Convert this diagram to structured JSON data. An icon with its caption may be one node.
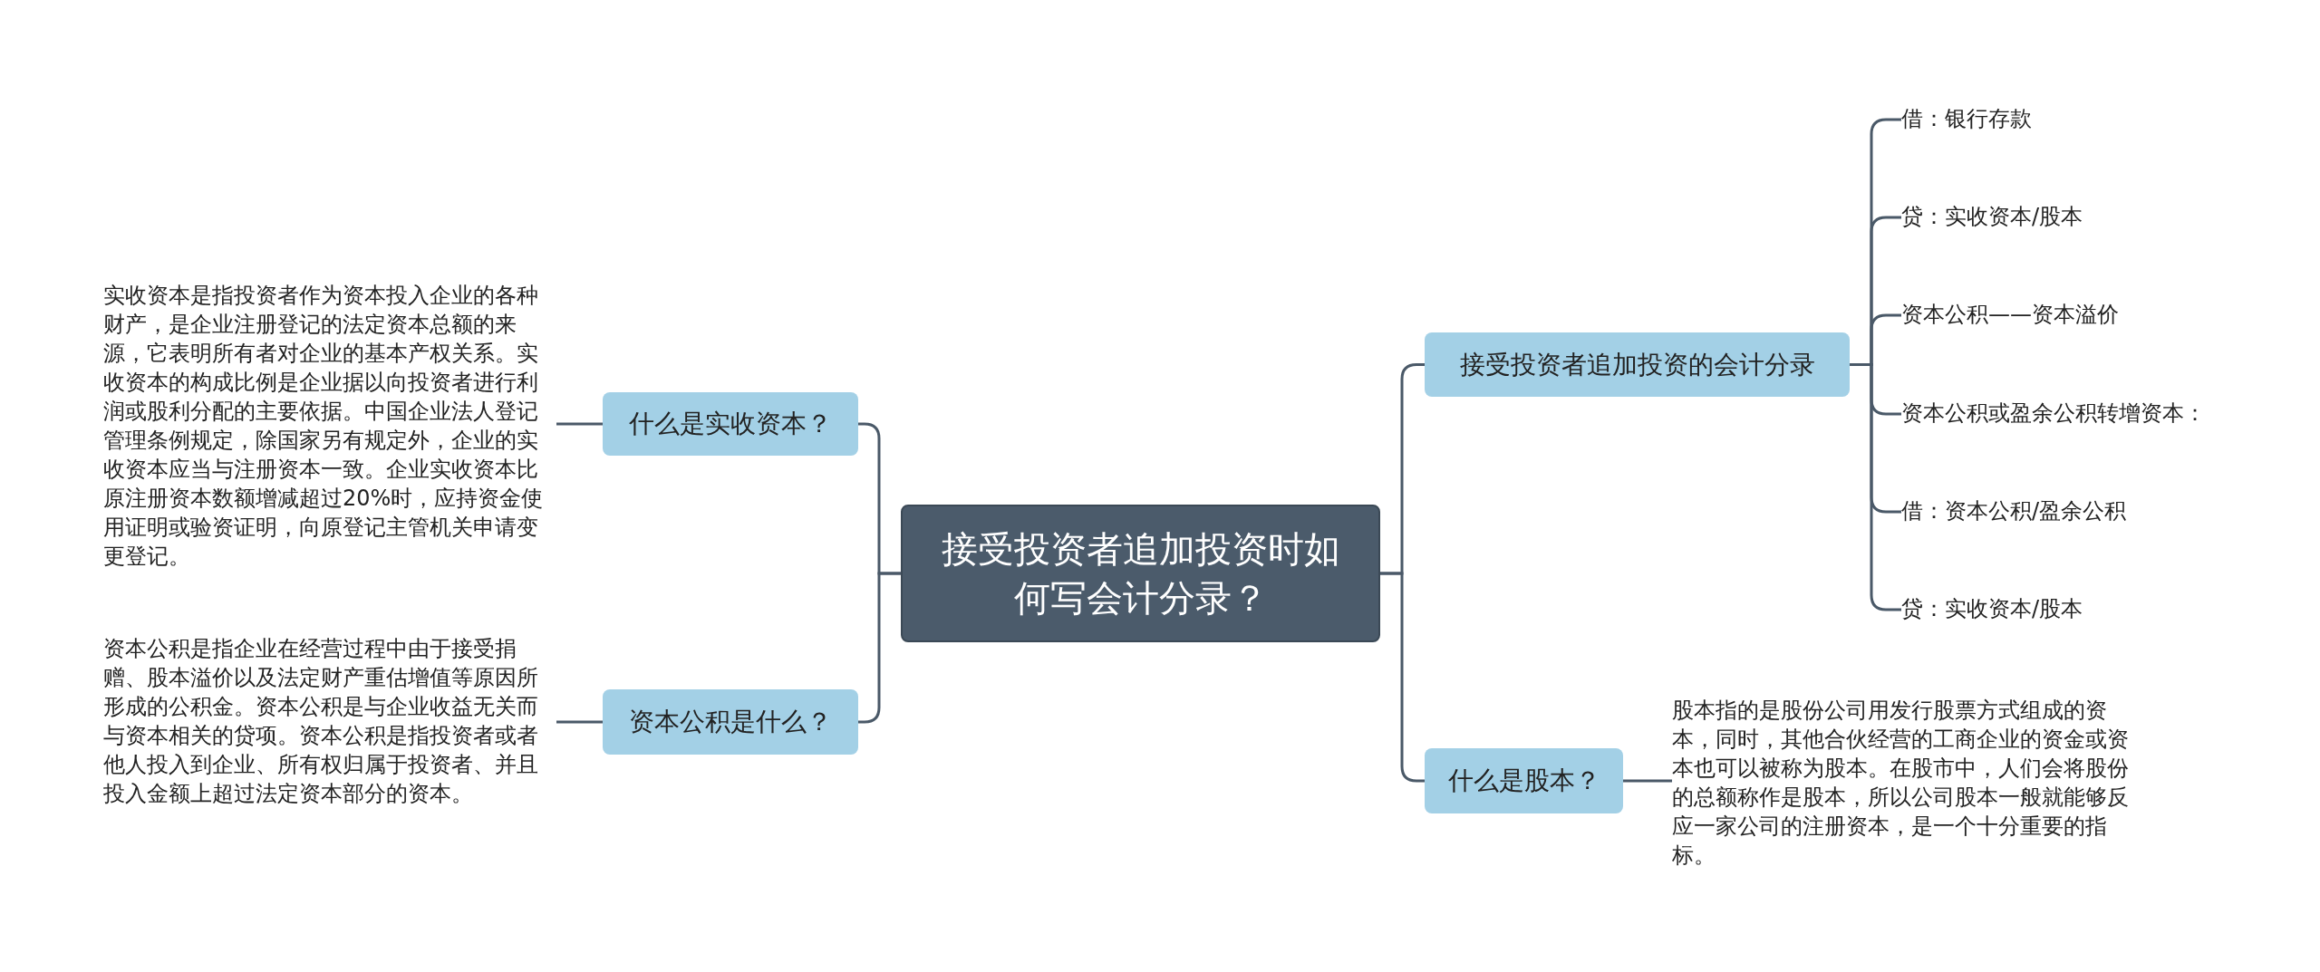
{
  "diagram": {
    "nodes": [
      {
        "text": [
          "接受投资者追加投资时如何写会计分录？"
        ]
      },
      {
        "text": [
          "什么是实收资本？"
        ]
      },
      {
        "text": [
          "实收资本是指投资者作为资本投入企业的各种财产，是企业注册登记的法定资本总额的来源，它表明所有者对企业的基本产权关系。实收资本的构成比例是企业据以向投资者进行利润或股利分配的主要依据。中国企业法人登记管理条例规定，除国家另有规定外，企业的实收资本应当与注册资本一致。企业实收资本比原注册资本数额增减超过20%时，应持资金使用证明或验资证明，向原登记主管机关申请变更登记。"
        ]
      },
      {
        "text": [
          "资本公积是什么？"
        ]
      },
      {
        "text": [
          "资本公积是指企业在经营过程中由于接受捐赠、股本溢价以及法定财产重估增值等原因所形成的公积金。资本公积是与企业收益无关而与资本相关的贷项。资本公积是指投资者或者他人投入到企业、所有权归属于投资者、并且投入金额上超过法定资本部分的资本。"
        ]
      },
      {
        "text": [
          "接受投资者追加投资的会计分录"
        ]
      },
      {
        "text": [
          "借：银行存款"
        ]
      },
      {
        "text": [
          "贷：实收资本/股本"
        ]
      },
      {
        "text": [
          "资本公积——资本溢价"
        ]
      },
      {
        "text": [
          "资本公积或盈余公积转增资本："
        ]
      },
      {
        "text": [
          "借：资本公积/盈余公积"
        ]
      },
      {
        "text": [
          "贷：实收资本/股本"
        ]
      },
      {
        "text": [
          "什么是股本？"
        ]
      },
      {
        "text": [
          "股本指的是股份公司用发行股票方式组成的资本，同时，其他合伙经营的工商企业的资金或资本也可以被称为股本。在股市中，人们会将股份的总额称作是股本，所以公司股本一般就能够反应一家公司的注册资本，是一个十分重要的指标。"
        ]
      }
    ],
    "edges": [
      {
        "from": 0,
        "to": 1,
        "arrow": "none"
      },
      {
        "from": 1,
        "to": 2,
        "arrow": "none"
      },
      {
        "from": 0,
        "to": 3,
        "arrow": "none"
      },
      {
        "from": 3,
        "to": 4,
        "arrow": "none"
      },
      {
        "from": 0,
        "to": 5,
        "arrow": "none"
      },
      {
        "from": 5,
        "to": 6,
        "arrow": "none"
      },
      {
        "from": 5,
        "to": 7,
        "arrow": "none"
      },
      {
        "from": 5,
        "to": 8,
        "arrow": "none"
      },
      {
        "from": 5,
        "to": 9,
        "arrow": "none"
      },
      {
        "from": 5,
        "to": 10,
        "arrow": "none"
      },
      {
        "from": 5,
        "to": 11,
        "arrow": "none"
      },
      {
        "from": 0,
        "to": 12,
        "arrow": "none"
      },
      {
        "from": 12,
        "to": 13,
        "arrow": "none"
      }
    ]
  }
}
